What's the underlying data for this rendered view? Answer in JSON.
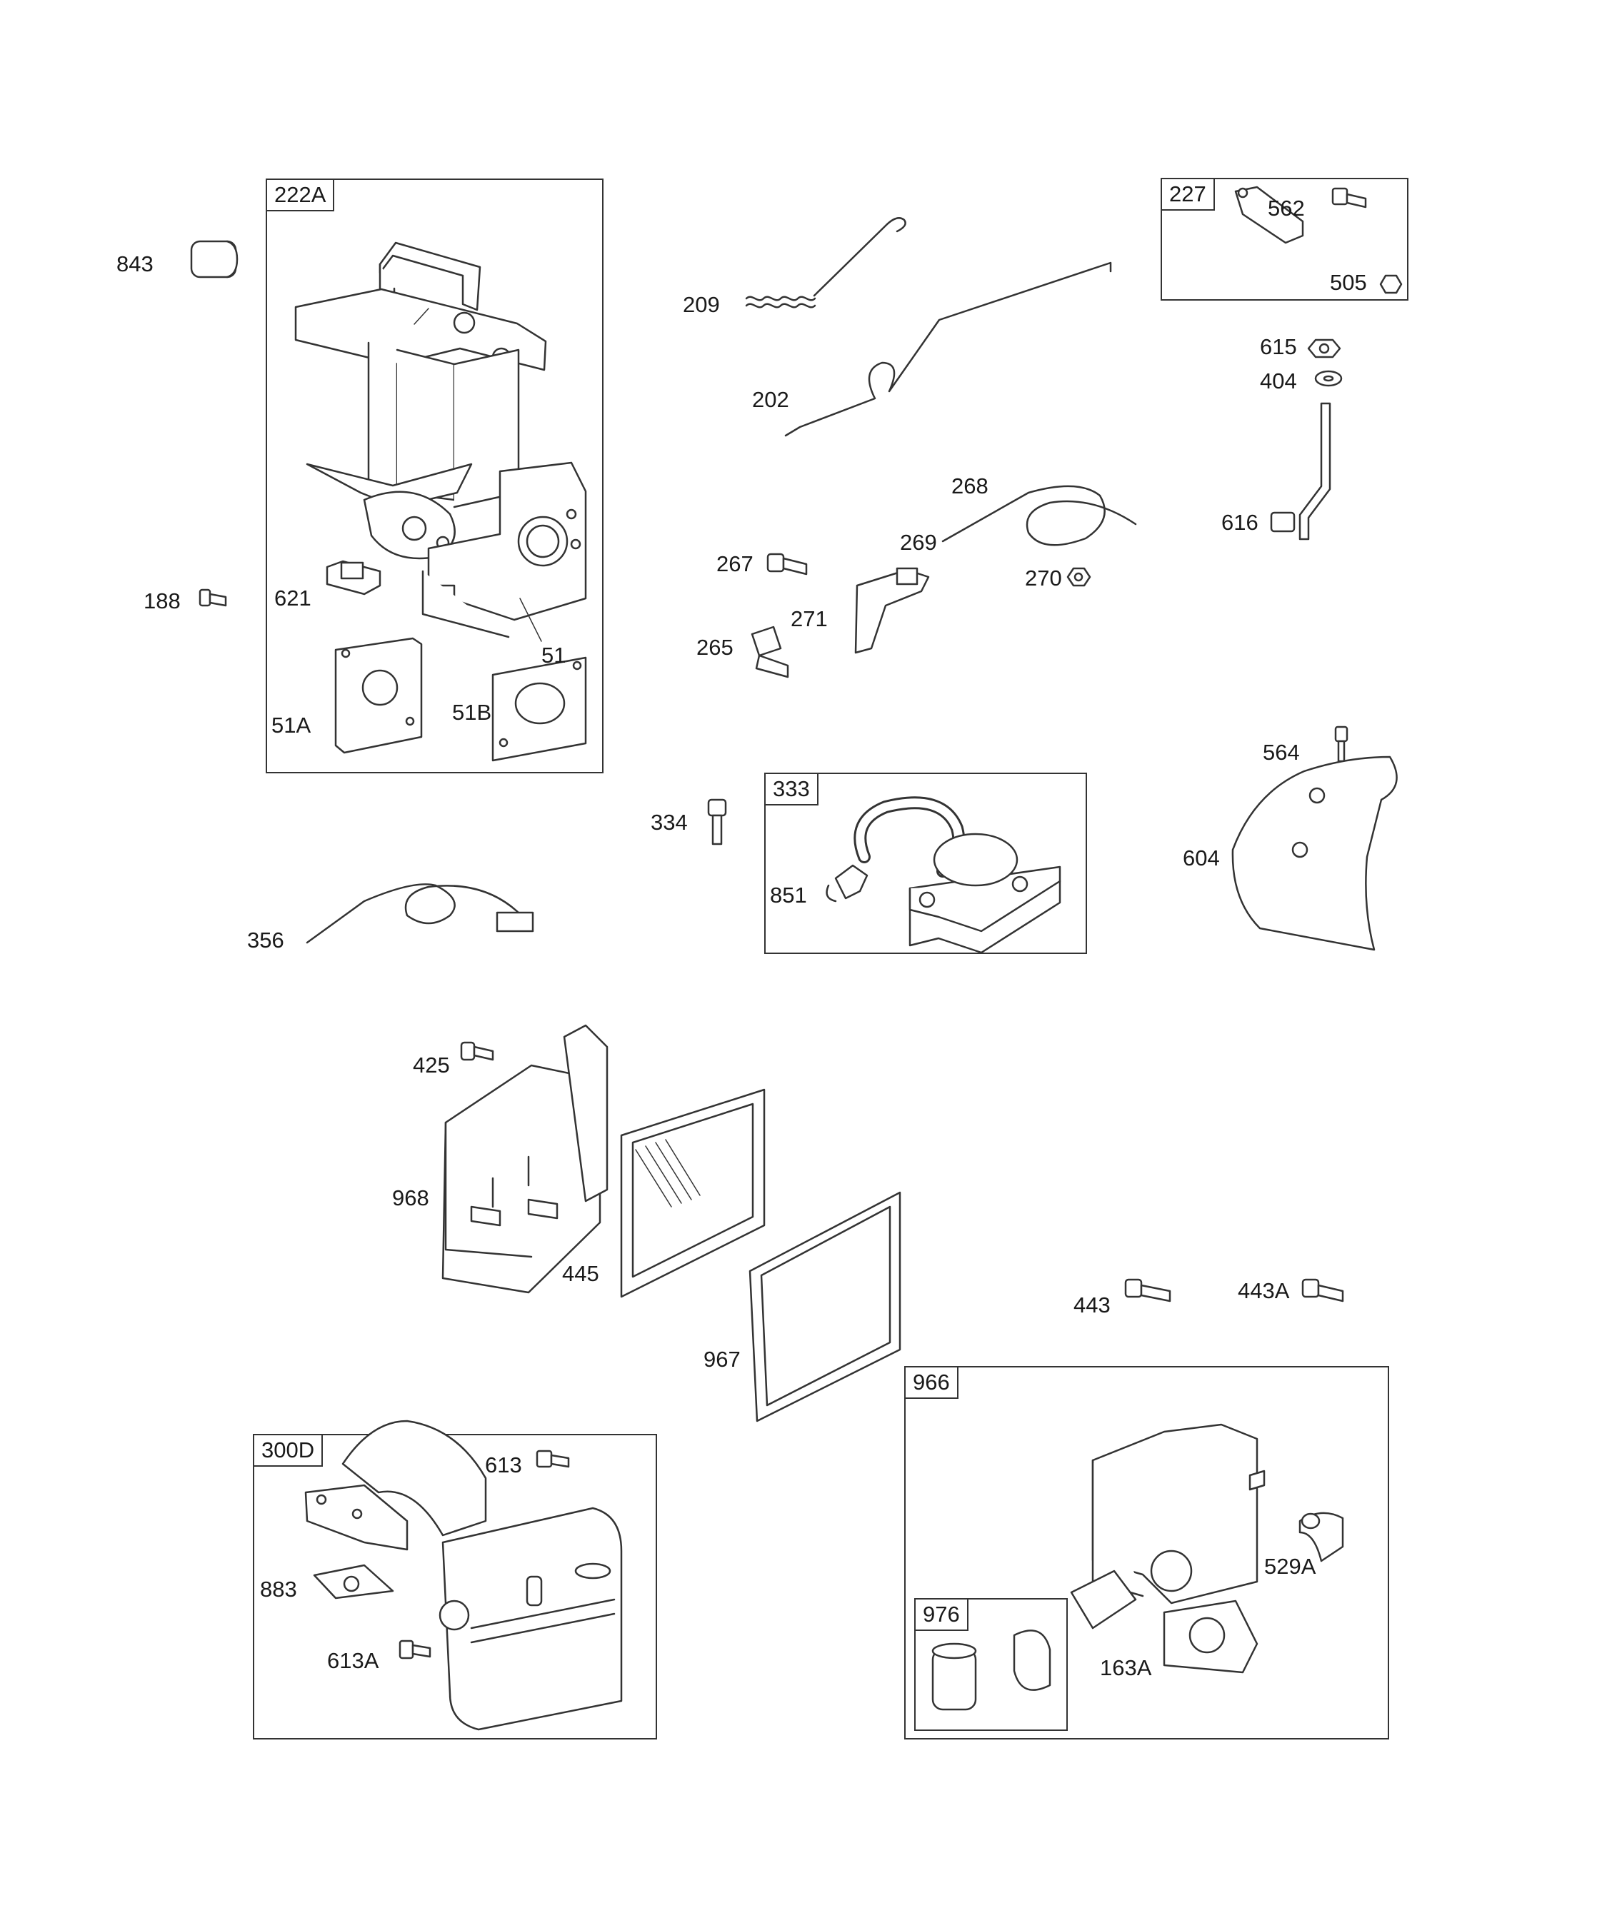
{
  "diagram": {
    "colors": {
      "line": "#333333",
      "fill": "#ffffff",
      "shade": "#bdbdbd",
      "background": "#ffffff"
    },
    "assemblies": [
      {
        "id": "222A",
        "label": "222A"
      },
      {
        "id": "227",
        "label": "227"
      },
      {
        "id": "333",
        "label": "333"
      },
      {
        "id": "300D",
        "label": "300D"
      },
      {
        "id": "966",
        "label": "966"
      },
      {
        "id": "976",
        "label": "976"
      }
    ],
    "part_labels": {
      "p843": "843",
      "p188": "188",
      "p621": "621",
      "p51": "51",
      "p51A": "51A",
      "p51B": "51B",
      "p209": "209",
      "p202": "202",
      "p268": "268",
      "p269": "269",
      "p267": "267",
      "p270": "270",
      "p271": "271",
      "p265": "265",
      "p562": "562",
      "p505": "505",
      "p615": "615",
      "p404": "404",
      "p616": "616",
      "p564": "564",
      "p604": "604",
      "p334": "334",
      "p851": "851",
      "p356": "356",
      "p425": "425",
      "p968": "968",
      "p445": "445",
      "p967": "967",
      "p443": "443",
      "p443A": "443A",
      "p613": "613",
      "p883": "883",
      "p613A": "613A",
      "p529A": "529A",
      "p163A": "163A"
    }
  }
}
